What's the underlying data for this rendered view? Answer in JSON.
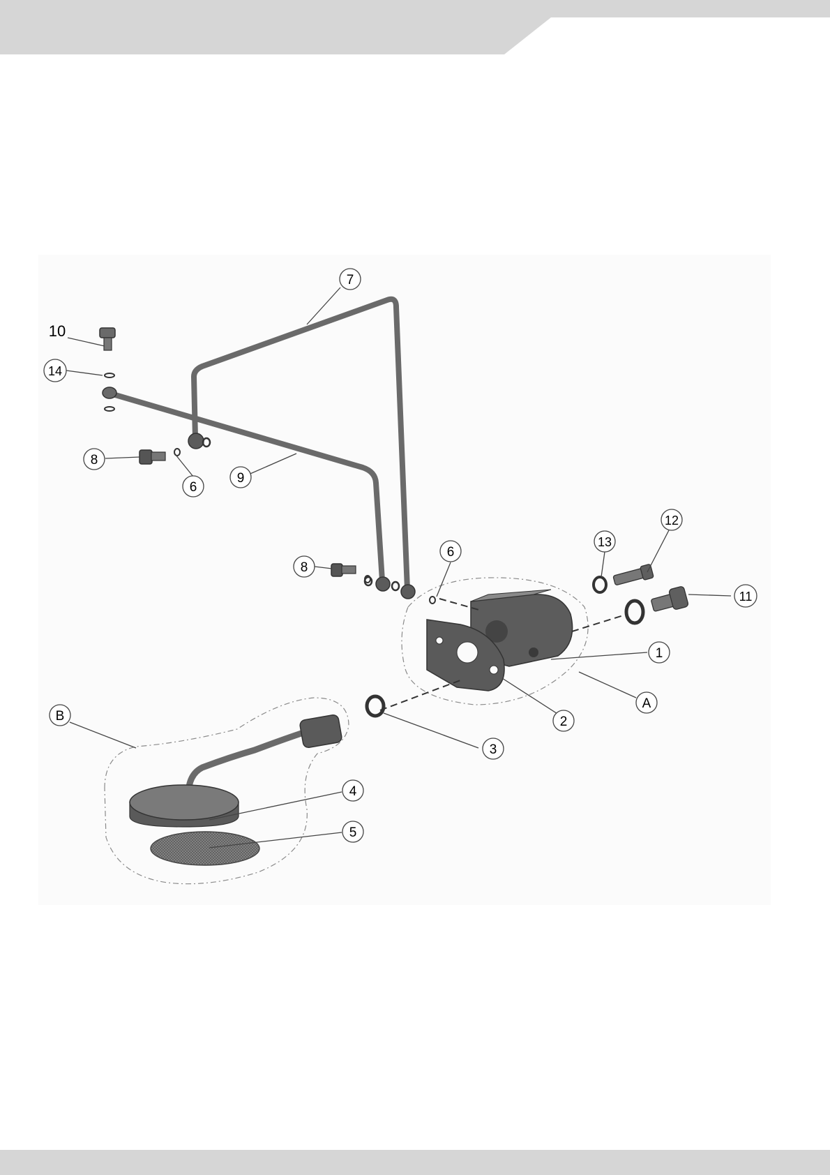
{
  "header": {
    "band_color": "#d6d6d6"
  },
  "footer": {
    "band_color": "#d6d6d6"
  },
  "diagram": {
    "callouts": {
      "n1": "1",
      "n2": "2",
      "n3": "3",
      "n4": "4",
      "n5": "5",
      "n6a": "6",
      "n6b": "6",
      "n7": "7",
      "n8a": "8",
      "n8b": "8",
      "n9": "9",
      "n10": "10",
      "n11": "11",
      "n12": "12",
      "n13": "13",
      "n14": "14",
      "A": "A",
      "B": "B"
    },
    "colors": {
      "part_fill": "#6e6e6e",
      "part_dark": "#3a3a3a",
      "part_light": "#9a9a9a",
      "line": "#555555",
      "dashed": "#888888"
    }
  }
}
